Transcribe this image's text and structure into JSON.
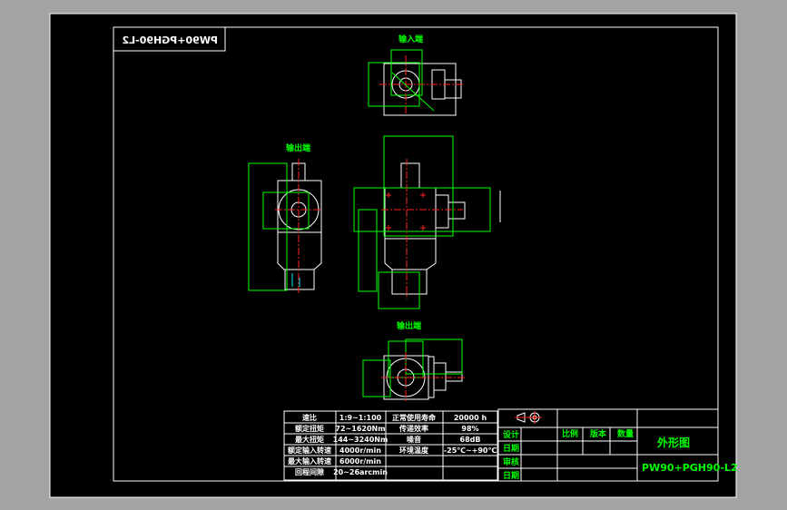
{
  "drawing": {
    "mirrored_label": "PW90+PGH90-L2",
    "views": {
      "input_end": "输入端",
      "output_end_side": "输出端",
      "output_end_bottom": "输出端"
    }
  },
  "spec_table": {
    "rows": [
      {
        "label": "速比",
        "value": "1:9~1:100",
        "label2": "正常使用寿命",
        "value2": "20000 h"
      },
      {
        "label": "额定扭矩",
        "value": "72~1620Nm",
        "label2": "传递效率",
        "value2": "98%"
      },
      {
        "label": "最大扭矩",
        "value": "144~3240Nm",
        "label2": "噪音",
        "value2": "68dB"
      },
      {
        "label": "额定输入转速",
        "value": "4000r/min",
        "label2": "环境温度",
        "value2": "-25℃~+90℃"
      },
      {
        "label": "最大输入转速",
        "value": "6000r/min",
        "label2": "",
        "value2": ""
      },
      {
        "label": "回程间隙",
        "value": "20~26arcmin",
        "label2": "",
        "value2": ""
      }
    ]
  },
  "title_block": {
    "design": "设计",
    "date1": "日期",
    "review": "审核",
    "date2": "日期",
    "scale": "比例",
    "version": "版本",
    "quantity": "数量",
    "drawing_name": "外形图",
    "model": "PW90+PGH90-L2"
  },
  "colors": {
    "background": "#a3a3a3",
    "sheet": "#000000",
    "lines": "#ffffff",
    "dimensions": "#00ff00",
    "centerlines": "#ff2020"
  }
}
